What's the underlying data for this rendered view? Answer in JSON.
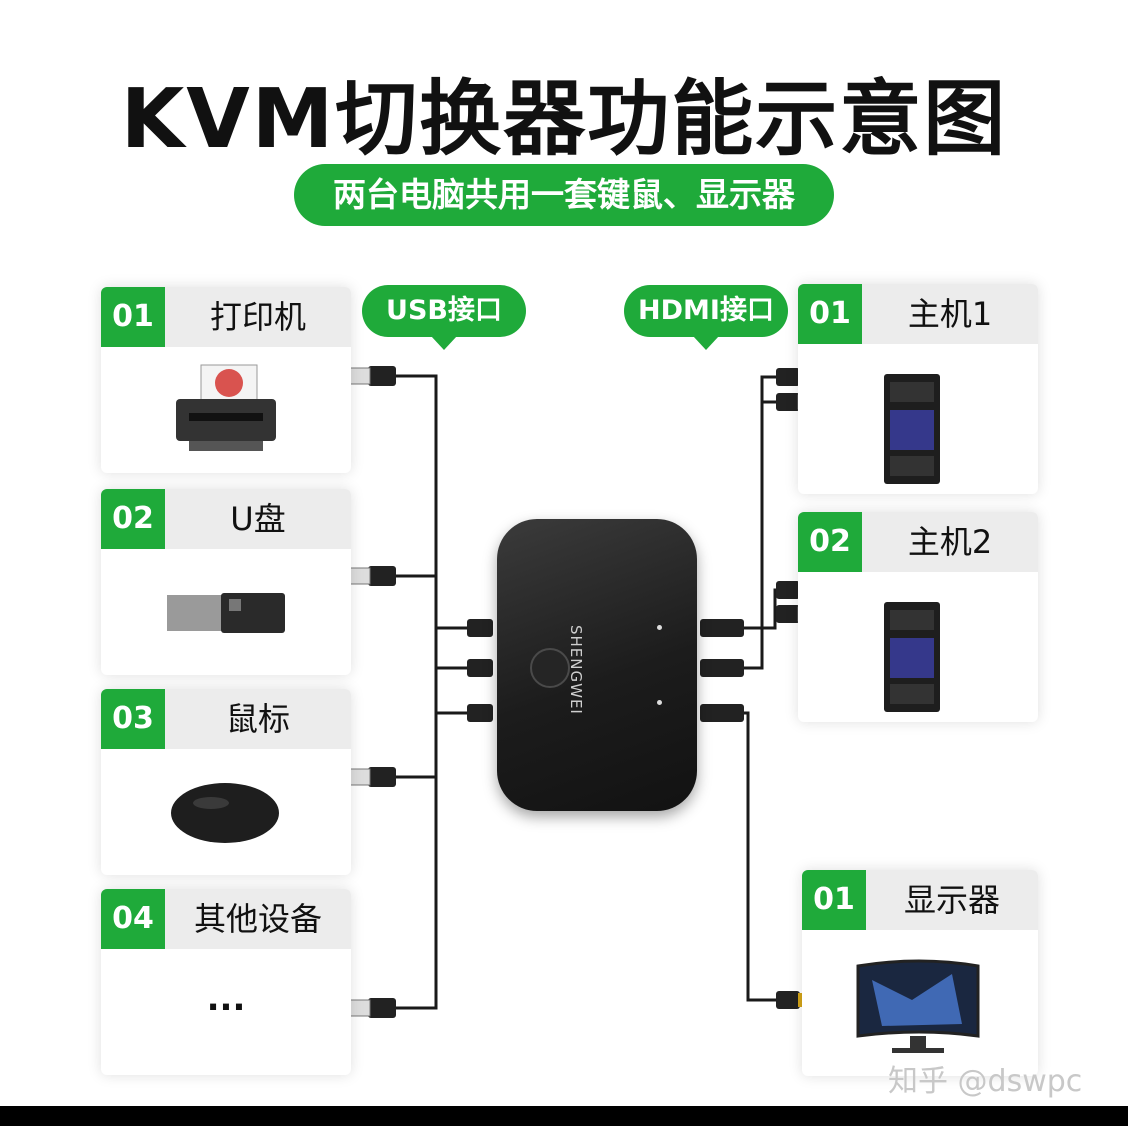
{
  "title": "KVM切换器功能示意图",
  "subtitle": "两台电脑共用一套键鼠、显示器",
  "usb_label": "USB接口",
  "hdmi_label": "HDMI接口",
  "left_devices": [
    {
      "num": "01",
      "name": "打印机",
      "icon": "printer-icon"
    },
    {
      "num": "02",
      "name": "U盘",
      "icon": "usb-drive-icon"
    },
    {
      "num": "03",
      "name": "鼠标",
      "icon": "mouse-icon"
    },
    {
      "num": "04",
      "name": "其他设备",
      "icon": "ellipsis-icon",
      "text": "..."
    }
  ],
  "right_devices": [
    {
      "num": "01",
      "name": "主机1",
      "icon": "pc-tower-icon"
    },
    {
      "num": "02",
      "name": "主机2",
      "icon": "pc-tower-icon"
    },
    {
      "num": "01",
      "name": "显示器",
      "icon": "monitor-icon"
    }
  ],
  "kvm_brand": "SHENGWEI",
  "watermark": "知乎 @dswpc",
  "colors": {
    "accent": "#1faa3a",
    "header_bg": "#ececec",
    "device": "#1c1c1c"
  }
}
